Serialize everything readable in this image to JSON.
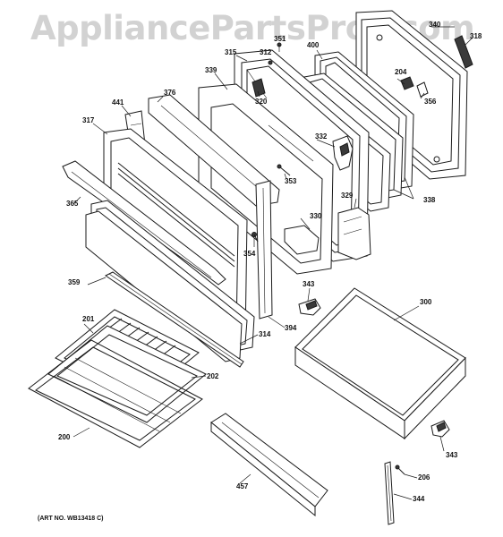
{
  "watermark": "AppliancePartsPros.com",
  "art_number": "(ART NO. WB13418 C)",
  "labels": {
    "l340": "340",
    "l318": "318",
    "l351": "351",
    "l315": "315",
    "l312": "312",
    "l400": "400",
    "l204": "204",
    "l356": "356",
    "l339": "339",
    "l376": "376",
    "l320": "320",
    "l441": "441",
    "l317": "317",
    "l332": "332",
    "l353": "353",
    "l329": "329",
    "l338": "338",
    "l365": "365",
    "l330": "330",
    "l354": "354",
    "l359": "359",
    "l343a": "343",
    "l300": "300",
    "l201": "201",
    "l314": "314",
    "l394": "394",
    "l202": "202",
    "l200": "200",
    "l457": "457",
    "l206": "206",
    "l343b": "343",
    "l344": "344"
  }
}
